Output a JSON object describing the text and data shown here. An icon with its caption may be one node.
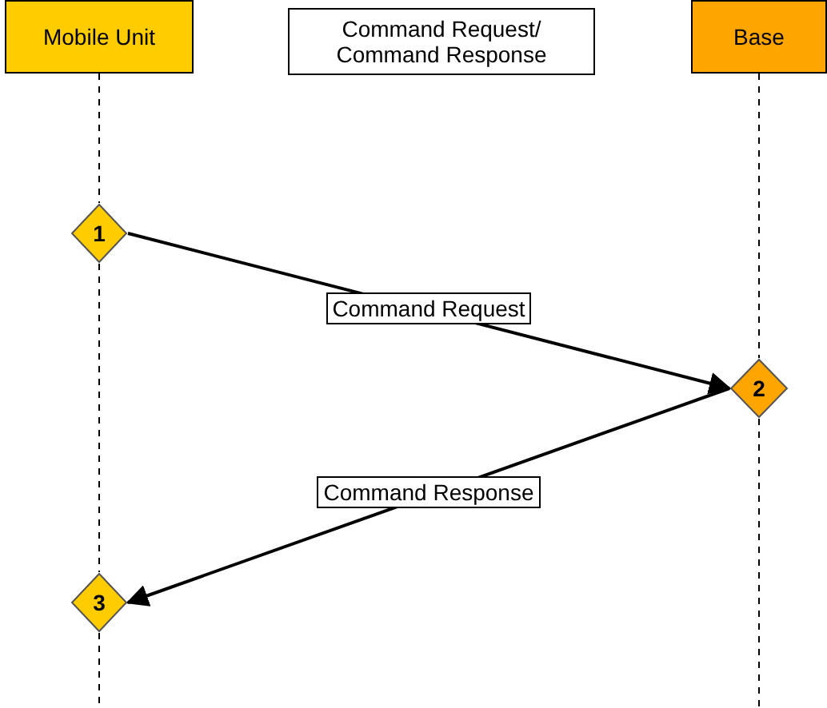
{
  "diagram": {
    "nodes": [
      {
        "text": [
          "Mobile Unit"
        ]
      },
      {
        "text": [
          "Command Request/ Command Response"
        ]
      },
      {
        "text": [
          "Base"
        ]
      },
      {
        "text": [
          "1"
        ]
      },
      {
        "text": [
          "2"
        ]
      },
      {
        "text": [
          "3"
        ]
      }
    ],
    "edges": [
      {
        "from": 0,
        "to": 3,
        "arrow": "none",
        "style": "dashed"
      },
      {
        "from": 3,
        "to": 5,
        "arrow": "none",
        "style": "dashed"
      },
      {
        "from": 2,
        "to": 4,
        "arrow": "none",
        "style": "dashed"
      },
      {
        "from": 3,
        "to": 4,
        "arrow": "to",
        "label": "Command Request"
      },
      {
        "from": 4,
        "to": 5,
        "arrow": "to",
        "label": "Command Response"
      }
    ]
  }
}
